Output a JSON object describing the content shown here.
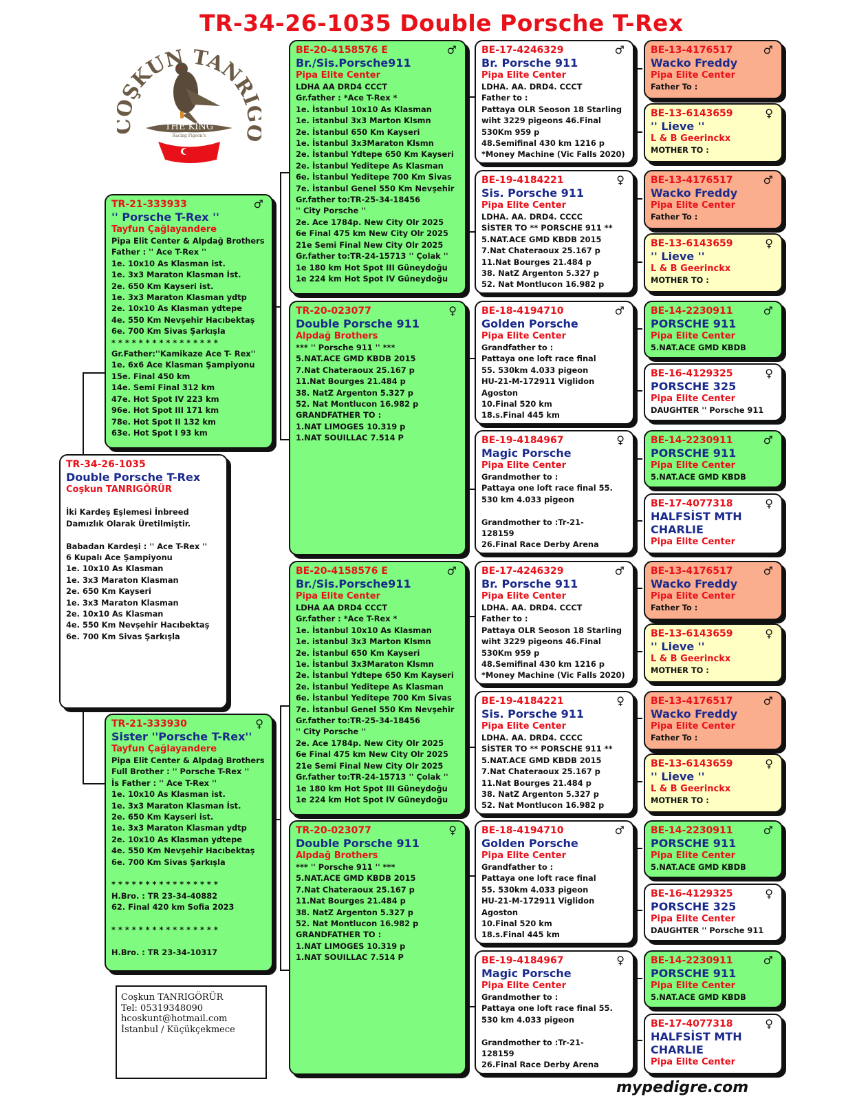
{
  "title": "TR-34-26-1035  Double Porsche T-Rex",
  "logo": {
    "name": "COŞKUN TANRIGÖRÜR",
    "sub": "THE KING",
    "sub2": "Racing Pigeon's"
  },
  "contact": [
    "Coşkun TANRIGÖRÜR",
    "Tel: 05319348090",
    "hcoskunt@hotmail.com",
    "İstanbul / Küçükçekmece"
  ],
  "footer": "mypedigre.com",
  "cards": [
    {
      "id": "subject",
      "ring": "TR-34-26-1035",
      "name": "Double Porsche T-Rex",
      "owner": "Coşkun TANRIGÖRÜR",
      "sex": "",
      "info": [
        "",
        "İki Kardeş Eşlemesi İnbreed",
        "Damızlık Olarak Üretilmiştir.",
        "",
        "Babadan Kardeşi : '' Ace T-Rex ''",
        "6 Kupalı Ace Şampiyonu",
        "1e. 10x10 As Klasman",
        "1e. 3x3 Maraton Klasman",
        "2e. 650 Km Kayseri",
        "1e. 3x3 Maraton Klasman",
        "2e. 10x10 As Klasman",
        "4e. 550 Km Nevşehir Hacıbektaş",
        "6e. 700 Km Sivas  Şarkışla"
      ]
    },
    {
      "id": "sire",
      "ring": "TR-21-333933",
      "name": "'' Porsche T-Rex ''",
      "owner": "Tayfun Çağlayandere",
      "sex": "♂",
      "info": [
        "Pipa Elit Center & Alpdağ Brothers",
        "Father : '' Ace T-Rex ''",
        "1e. 10x10 As Klasman  ist.",
        "1e. 3x3 Maraton Klasman İst.",
        "2e. 650 Km Kayseri  ist.",
        "1e. 3x3 Maraton Klasman ydtp",
        "2e. 10x10 As Klasman ydtepe",
        "4e. 550 Km Nevşehir Hacıbektaş",
        "6e. 700 Km Sivas  Şarkışla",
        "* * * * * * * * * * * * * * * *",
        "Gr.Father:''Kamikaze Ace T- Rex''",
        "1e.   6x6 Ace Klasman Şampiyonu",
        "15e. Final  450 km",
        "14e. Semi Final     312 km",
        "47e. Hot Spot IV    223 km",
        "96e. Hot Spot III    171 km",
        "78e. Hot Spot II     132 km",
        "63e. Hot Spot I       93 km"
      ]
    },
    {
      "id": "dam",
      "ring": "TR-21-333930",
      "name": "Sister ''Porsche T-Rex''",
      "owner": "Tayfun Çağlayandere",
      "sex": "♀",
      "info": [
        "Pipa Elit Center & Alpdağ Brothers",
        "Full Brother : '' Porsche T-Rex ''",
        "İs Father : '' Ace T-Rex ''",
        "1e. 10x10 As Klasman  ist.",
        "1e. 3x3 Maraton Klasman İst.",
        "2e. 650 Km Kayseri  ist.",
        "1e. 3x3 Maraton Klasman ydtp",
        "2e. 10x10 As Klasman ydtepe",
        "4e. 550 Km Nevşehir Hacıbektaş",
        "6e. 700 Km Sivas  Şarkışla",
        "",
        "* * * * * * * * * * * * * * * *",
        "H.Bro. : TR 23-34-40882",
        "62. Final 420 km Sofia 2023",
        "",
        "* * * * * * * * * * * * * * * *",
        "",
        "H.Bro. : TR 23-34-10317"
      ]
    },
    {
      "id": "g1",
      "ring": "BE-20-4158576 E",
      "name": "Br./Sis.Porsche911",
      "owner": "Pipa Elite Center",
      "sex": "♂",
      "info": [
        "LDHA AA DRD4 CCCT",
        "Gr.father : *Ace T-Rex *",
        "1e. İstanbul 10x10 As Klasman",
        "1e. istanbul 3x3 Marton Klsmn",
        "2e. İstanbul 650 Km Kayseri",
        "1e. İstanbul 3x3Maraton Klsmn",
        "2e. İstanbul Ydtepe 650 Km Kayseri",
        "2e. İstanbul Yeditepe As Klasman",
        "6e. İstanbul Yeditepe 700 Km Sivas",
        "7e. İstanbul Genel 550 Km Nevşehir",
        "Gr.father to:TR-25-34-18456",
        " '' City Porsche ''",
        "2e. Ace 1784p. New City Olr 2025",
        "6e Final 475 km  New City Olr 2025",
        "21e Semi Final New City Olr 2025",
        "Gr.father to:TR-24-15713 '' Çolak ''",
        "1e 180 km Hot Spot III Güneydoğu",
        "1e 224 km Hot Spot IV Güneydoğu"
      ]
    },
    {
      "id": "g2",
      "ring": "TR-20-023077",
      "name": "Double Porsche 911",
      "owner": "Alpdağ Brothers",
      "sex": "♀",
      "info": [
        "***  '' Porsche 911 '' ***",
        "5.NAT.ACE GMD KBDB 2015",
        "7.Nat Chateraoux 25.167 p",
        "11.Nat Bourges 21.484 p",
        "38. NatZ Argenton  5.327 p",
        "52. Nat  Montlucon 16.982 p",
        "GRANDFATHER TO :",
        "1.NAT LIMOGES  10.319 p",
        "1.NAT SOUILLAC   7.514 P"
      ]
    },
    {
      "id": "g3",
      "ring": "BE-20-4158576 E",
      "name": "Br./Sis.Porsche911",
      "owner": "Pipa Elite Center",
      "sex": "♂",
      "info": [
        "LDHA AA DRD4 CCCT",
        "Gr.father : *Ace T-Rex *",
        "1e. İstanbul 10x10 As Klasman",
        "1e. istanbul 3x3 Marton Klsmn",
        "2e. İstanbul 650 Km Kayseri",
        "1e. İstanbul 3x3Maraton Klsmn",
        "2e. İstanbul Ydtepe 650 Km Kayseri",
        "2e. İstanbul Yeditepe As Klasman",
        "6e. İstanbul Yeditepe 700 Km Sivas",
        "7e. İstanbul Genel 550 Km Nevşehir",
        "Gr.father to:TR-25-34-18456",
        " '' City Porsche ''",
        "2e. Ace 1784p. New City Olr 2025",
        "6e Final 475 km  New City Olr 2025",
        "21e Semi Final New City Olr 2025",
        "Gr.father to:TR-24-15713 '' Çolak ''",
        "1e 180 km Hot Spot III Güneydoğu",
        "1e 224 km Hot Spot IV Güneydoğu"
      ]
    },
    {
      "id": "g4",
      "ring": "TR-20-023077",
      "name": "Double Porsche 911",
      "owner": "Alpdağ Brothers",
      "sex": "♀",
      "info": [
        "***  '' Porsche 911 '' ***",
        "5.NAT.ACE GMD KBDB 2015",
        "7.Nat Chateraoux 25.167 p",
        "11.Nat Bourges 21.484 p",
        "38. NatZ Argenton  5.327 p",
        "52. Nat  Montlucon 16.982 p",
        "GRANDFATHER TO :",
        "1.NAT LIMOGES  10.319 p",
        "1.NAT SOUILLAC   7.514 P"
      ]
    },
    {
      "id": "gg1",
      "ring": "BE-17-4246329",
      "name": "Br. Porsche 911",
      "owner": "Pipa Elite Center",
      "sex": "♂",
      "info": [
        "LDHA.  AA.  DRD4.  CCCT",
        "Father to :",
        "Pattaya OLR Seoson 18 Starling",
        "wiht 3229 pigeons 46.Final",
        "530Km 959 p",
        "48.Semifinal 430 km 1216 p",
        "*Money Machine (Vic Falls 2020)"
      ]
    },
    {
      "id": "gg2",
      "ring": "BE-19-4184221",
      "name": "Sis. Porsche 911",
      "owner": "Pipa Elite Center",
      "sex": "♀",
      "info": [
        "LDHA.  AA.  DRD4.  CCCC",
        "SİSTER TO  ** PORSCHE 911 **",
        "5.NAT.ACE GMD KBDB 2015",
        "7.Nat Chateraoux 25.167 p",
        "11.Nat Bourges 21.484 p",
        "38. NatZ Argenton 5.327 p",
        "52. Nat  Montlucon 16.982 p"
      ]
    },
    {
      "id": "gg3",
      "ring": "BE-18-4194710",
      "name": "Golden Porsche",
      "owner": "Pipa Elite Center",
      "sex": "♂",
      "info": [
        "Grandfather to :",
        "Pattaya one loft race final",
        "55. 530km 4.033 pigeon",
        "HU-21-M-172911 Viglidon",
        "Agoston",
        "10.Final 520 km",
        "18.s.Final 445 km"
      ]
    },
    {
      "id": "gg4",
      "ring": "BE-19-4184967",
      "name": "Magic Porsche",
      "owner": "Pipa Elite Center",
      "sex": "♀",
      "info": [
        "Grandmother to :",
        "Pattaya one loft race final 55.",
        "530 km 4.033 pigeon",
        "",
        "Grandmother to :Tr-21-",
        "128159",
        "26.Final Race Derby Arena"
      ]
    },
    {
      "id": "gg5",
      "ring": "BE-17-4246329",
      "name": "Br. Porsche 911",
      "owner": "Pipa Elite Center",
      "sex": "♂",
      "info": [
        "LDHA.  AA.  DRD4.  CCCT",
        "Father to :",
        "Pattaya OLR Seoson 18 Starling",
        "wiht 3229 pigeons 46.Final",
        "530Km 959 p",
        "48.Semifinal 430 km 1216 p",
        "*Money Machine (Vic Falls 2020)"
      ]
    },
    {
      "id": "gg6",
      "ring": "BE-19-4184221",
      "name": "Sis. Porsche 911",
      "owner": "Pipa Elite Center",
      "sex": "♀",
      "info": [
        "LDHA.  AA.  DRD4.  CCCC",
        "SİSTER TO  ** PORSCHE 911 **",
        "5.NAT.ACE GMD KBDB 2015",
        "7.Nat Chateraoux 25.167 p",
        "11.Nat Bourges 21.484 p",
        "38. NatZ Argenton 5.327 p",
        "52. Nat  Montlucon 16.982 p"
      ]
    },
    {
      "id": "gg7",
      "ring": "BE-18-4194710",
      "name": "Golden Porsche",
      "owner": "Pipa Elite Center",
      "sex": "♂",
      "info": [
        "Grandfather to :",
        "Pattaya one loft race final",
        "55. 530km 4.033 pigeon",
        "HU-21-M-172911 Viglidon",
        "Agoston",
        "10.Final 520 km",
        "18.s.Final 445 km"
      ]
    },
    {
      "id": "gg8",
      "ring": "BE-19-4184967",
      "name": "Magic Porsche",
      "owner": "Pipa Elite Center",
      "sex": "♀",
      "info": [
        "Grandmother to :",
        "Pattaya one loft race final 55.",
        "530 km 4.033 pigeon",
        "",
        "Grandmother to :Tr-21-",
        "128159",
        "26.Final Race Derby Arena"
      ]
    },
    {
      "id": "ggg1",
      "ring": "BE-13-4176517",
      "name": "Wacko Freddy",
      "owner": "Pipa Elite Center",
      "sex": "♂",
      "info": [
        "Father To :"
      ]
    },
    {
      "id": "ggg2",
      "ring": "BE-13-6143659",
      "name": "'' Lieve ''",
      "owner": "L & B Geerinckx",
      "sex": "♀",
      "info": [
        "MOTHER TO :"
      ]
    },
    {
      "id": "ggg3",
      "ring": "BE-13-4176517",
      "name": "Wacko Freddy",
      "owner": "Pipa Elite Center",
      "sex": "♂",
      "info": [
        "Father To :"
      ]
    },
    {
      "id": "ggg4",
      "ring": "BE-13-6143659",
      "name": "'' Lieve ''",
      "owner": "L & B Geerinckx",
      "sex": "♀",
      "info": [
        "MOTHER TO :"
      ]
    },
    {
      "id": "ggg5",
      "ring": "BE-14-2230911",
      "name": "PORSCHE 911",
      "owner": "Pipa Elite Center",
      "sex": "♂",
      "info": [
        "5.NAT.ACE GMD KBDB"
      ]
    },
    {
      "id": "ggg6",
      "ring": "BE-16-4129325",
      "name": "PORSCHE 325",
      "owner": "Pipa Elite Center",
      "sex": "♀",
      "info": [
        "DAUGHTER '' Porsche 911"
      ]
    },
    {
      "id": "ggg7",
      "ring": "BE-14-2230911",
      "name": "PORSCHE 911",
      "owner": "Pipa Elite Center",
      "sex": "♂",
      "info": [
        "5.NAT.ACE GMD KBDB"
      ]
    },
    {
      "id": "ggg8",
      "ring": "BE-17-4077318",
      "name": "HALFSİST MTH CHARLIE",
      "owner": "Pipa Elite Center",
      "sex": "♀",
      "info": []
    },
    {
      "id": "ggg9",
      "ring": "BE-13-4176517",
      "name": "Wacko Freddy",
      "owner": "Pipa Elite Center",
      "sex": "♂",
      "info": [
        "Father To :"
      ]
    },
    {
      "id": "ggg10",
      "ring": "BE-13-6143659",
      "name": "'' Lieve ''",
      "owner": "L & B Geerinckx",
      "sex": "♀",
      "info": [
        "MOTHER TO :"
      ]
    },
    {
      "id": "ggg11",
      "ring": "BE-13-4176517",
      "name": "Wacko Freddy",
      "owner": "Pipa Elite Center",
      "sex": "♂",
      "info": [
        "Father To :"
      ]
    },
    {
      "id": "ggg12",
      "ring": "BE-13-6143659",
      "name": "'' Lieve ''",
      "owner": "L & B Geerinckx",
      "sex": "♀",
      "info": [
        "MOTHER TO :"
      ]
    },
    {
      "id": "ggg13",
      "ring": "BE-14-2230911",
      "name": "PORSCHE 911",
      "owner": "Pipa Elite Center",
      "sex": "♂",
      "info": [
        "5.NAT.ACE GMD KBDB"
      ]
    },
    {
      "id": "ggg14",
      "ring": "BE-16-4129325",
      "name": "PORSCHE 325",
      "owner": "Pipa Elite Center",
      "sex": "♀",
      "info": [
        "DAUGHTER '' Porsche 911"
      ]
    },
    {
      "id": "ggg15",
      "ring": "BE-14-2230911",
      "name": "PORSCHE 911",
      "owner": "Pipa Elite Center",
      "sex": "♂",
      "info": [
        "5.NAT.ACE GMD KBDB"
      ]
    },
    {
      "id": "ggg16",
      "ring": "BE-17-4077318",
      "name": "HALFSİST MTH CHARLIE",
      "owner": "Pipa Elite Center",
      "sex": "♀",
      "info": []
    }
  ]
}
